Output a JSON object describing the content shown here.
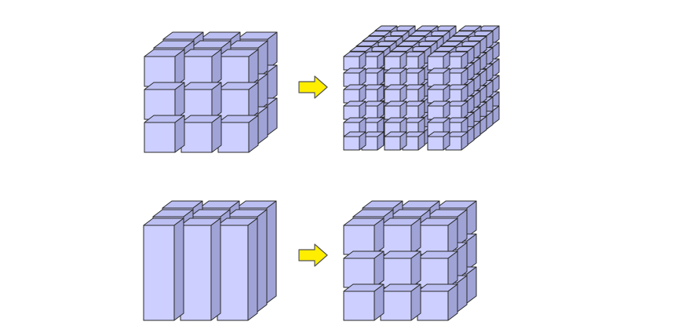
{
  "colors": {
    "front": "#cccfff",
    "top": "#bcbff2",
    "side": "#a0a3d6",
    "edge": "#2a2a2a",
    "arrow_fill": "#ffee00",
    "arrow_stroke": "#555555"
  },
  "diagram": {
    "panels": [
      {
        "id": "fine-cubes-left",
        "kind": "cube-array",
        "cols": 3,
        "rows": 3,
        "layers": 3
      },
      {
        "id": "refined-cubes-right",
        "kind": "cube-array",
        "cols": 3,
        "rows": 3,
        "layers": 3,
        "subdivision": 2
      },
      {
        "id": "columns-left",
        "kind": "column-array",
        "cols": 3,
        "layers": 3
      },
      {
        "id": "split-cubes-right",
        "kind": "cube-array",
        "cols": 3,
        "rows": 3,
        "layers": 3
      }
    ],
    "arrows": [
      {
        "id": "arrow-top",
        "icon": "right-arrow-icon",
        "from": "fine-cubes-left",
        "to": "refined-cubes-right"
      },
      {
        "id": "arrow-bottom",
        "icon": "right-arrow-icon",
        "from": "columns-left",
        "to": "split-cubes-right"
      }
    ]
  }
}
